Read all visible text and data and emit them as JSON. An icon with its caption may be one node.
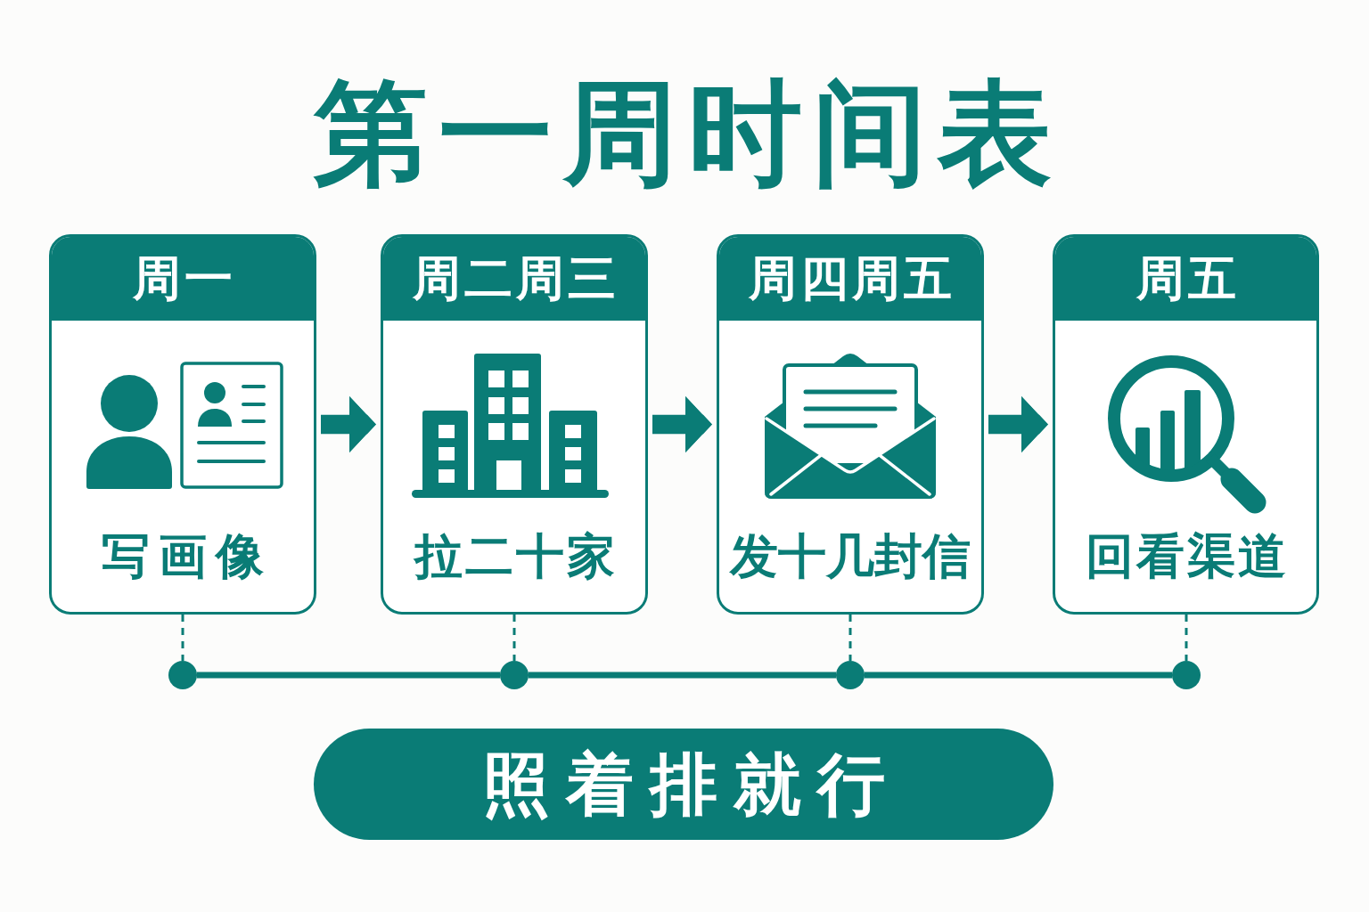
{
  "diagram": {
    "title": "第一周时间表",
    "nodes": [
      {
        "text": [
          "周一",
          "写画像"
        ]
      },
      {
        "text": [
          "周二周三",
          "拉二十家"
        ]
      },
      {
        "text": [
          "周四周五",
          "发十几封信"
        ]
      },
      {
        "text": [
          "周五",
          "回看渠道"
        ]
      },
      {
        "text": [],
        "shape": "circle"
      },
      {
        "text": [],
        "shape": "circle"
      },
      {
        "text": [],
        "shape": "circle"
      },
      {
        "text": [],
        "shape": "circle"
      },
      {
        "text": [
          "照着排就行"
        ]
      }
    ],
    "edges": [
      {
        "from": 0,
        "to": 1,
        "arrow": "to",
        "style": "thick"
      },
      {
        "from": 1,
        "to": 2,
        "arrow": "to",
        "style": "thick"
      },
      {
        "from": 2,
        "to": 3,
        "arrow": "to",
        "style": "thick"
      },
      {
        "from": 0,
        "to": 4,
        "arrow": "none",
        "style": "dashed"
      },
      {
        "from": 1,
        "to": 5,
        "arrow": "none",
        "style": "dashed"
      },
      {
        "from": 2,
        "to": 6,
        "arrow": "none",
        "style": "dashed"
      },
      {
        "from": 3,
        "to": 7,
        "arrow": "none",
        "style": "dashed"
      },
      {
        "from": 4,
        "to": 5,
        "arrow": "none"
      },
      {
        "from": 5,
        "to": 6,
        "arrow": "none"
      },
      {
        "from": 6,
        "to": 7,
        "arrow": "none"
      }
    ]
  }
}
